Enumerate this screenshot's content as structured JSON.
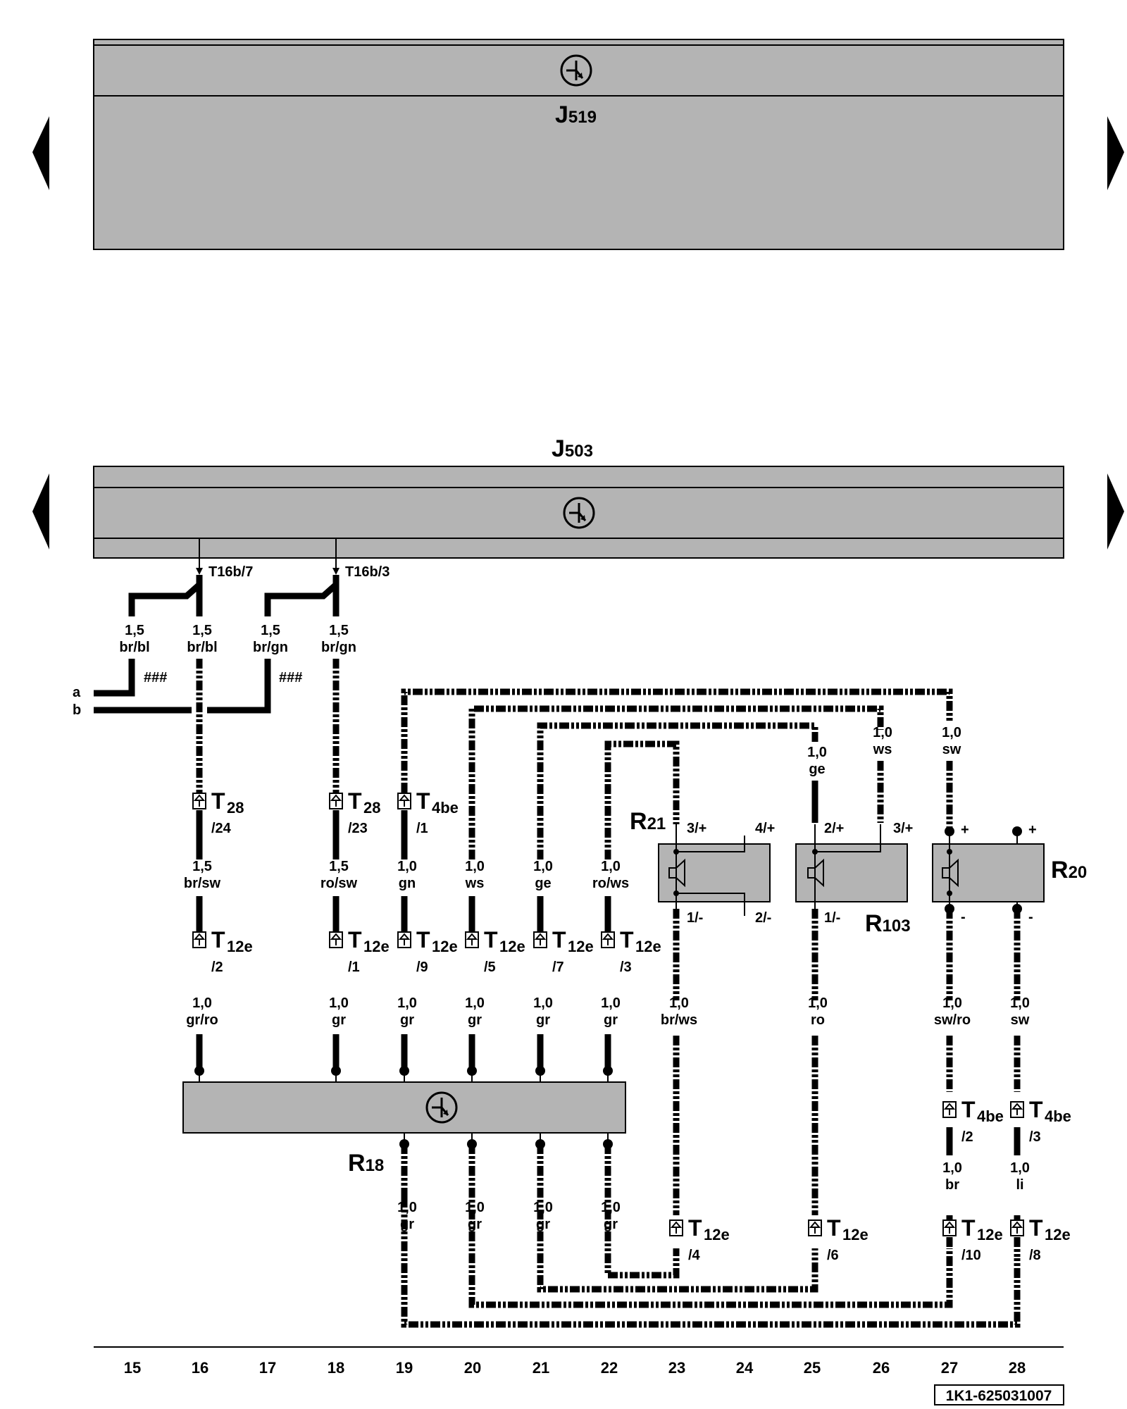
{
  "components": {
    "J519": {
      "letter": "J",
      "sub": "519"
    },
    "J503": {
      "letter": "J",
      "sub": "503"
    },
    "R18": {
      "letter": "R",
      "sub": "18"
    },
    "R20": {
      "letter": "R",
      "sub": "20"
    },
    "R21": {
      "letter": "R",
      "sub": "21"
    },
    "R103": {
      "letter": "R",
      "sub": "103"
    }
  },
  "pins_top": [
    "T16b/7",
    "T16b/3"
  ],
  "rails": [
    "a",
    "b"
  ],
  "marks": [
    "###",
    "###"
  ],
  "wire_labels": {
    "w16a": [
      "1,5",
      "br/bl"
    ],
    "w16b": [
      "1,5",
      "br/bl"
    ],
    "w17": [
      "1,5",
      "br/gn"
    ],
    "w18a": [
      "1,5",
      "br/gn"
    ],
    "w16c": [
      "1,5",
      "br/sw"
    ],
    "w18c": [
      "1,5",
      "ro/sw"
    ],
    "w19c": [
      "1,0",
      "gn"
    ],
    "w20c": [
      "1,0",
      "ws"
    ],
    "w21c": [
      "1,0",
      "ge"
    ],
    "w22c": [
      "1,0",
      "ro/ws"
    ],
    "w16d": [
      "1,0",
      "gr/ro"
    ],
    "w18d": [
      "1,0",
      "gr"
    ],
    "w19d": [
      "1,0",
      "gr"
    ],
    "w20d": [
      "1,0",
      "gr"
    ],
    "w21d": [
      "1,0",
      "gr"
    ],
    "w22d": [
      "1,0",
      "gr"
    ],
    "w23d": [
      "1,0",
      "br/ws"
    ],
    "w25d": [
      "1,0",
      "ro"
    ],
    "w27d": [
      "1,0",
      "sw/ro"
    ],
    "w28d": [
      "1,0",
      "sw"
    ],
    "w19e": [
      "1,0",
      "gr"
    ],
    "w20e": [
      "1,0",
      "gr"
    ],
    "w21e": [
      "1,0",
      "gr"
    ],
    "w22e": [
      "1,0",
      "gr"
    ],
    "w27e": [
      "1,0",
      "br"
    ],
    "w28e": [
      "1,0",
      "li"
    ],
    "w25top": [
      "1,0",
      "ge"
    ],
    "w26top": [
      "1,0",
      "ws"
    ],
    "w27top": [
      "1,0",
      "sw"
    ]
  },
  "connectors": {
    "c16a": [
      "T",
      "28",
      "/24"
    ],
    "c18a": [
      "T",
      "28",
      "/23"
    ],
    "c19a": [
      "T",
      "4be",
      "/1"
    ],
    "c16b": [
      "T",
      "12e",
      "/2"
    ],
    "c18b": [
      "T",
      "12e",
      "/1"
    ],
    "c19b": [
      "T",
      "12e",
      "/9"
    ],
    "c20b": [
      "T",
      "12e",
      "/5"
    ],
    "c21b": [
      "T",
      "12e",
      "/7"
    ],
    "c22b": [
      "T",
      "12e",
      "/3"
    ],
    "c27a": [
      "T",
      "4be",
      "/2"
    ],
    "c28a": [
      "T",
      "4be",
      "/3"
    ],
    "c23c": [
      "T",
      "12e",
      "/4"
    ],
    "c25c": [
      "T",
      "12e",
      "/6"
    ],
    "c27c": [
      "T",
      "12e",
      "/10"
    ],
    "c28c": [
      "T",
      "12e",
      "/8"
    ]
  },
  "speaker_pins": {
    "r21": [
      "3/+",
      "4/+",
      "1/-",
      "2/-"
    ],
    "r103": [
      "2/+",
      "3/+",
      "1/-"
    ],
    "r20": [
      "+",
      "+",
      "-",
      "-"
    ]
  },
  "columns": [
    "15",
    "16",
    "17",
    "18",
    "19",
    "20",
    "21",
    "22",
    "23",
    "24",
    "25",
    "26",
    "27",
    "28"
  ],
  "footer_code": "1K1-625031007"
}
